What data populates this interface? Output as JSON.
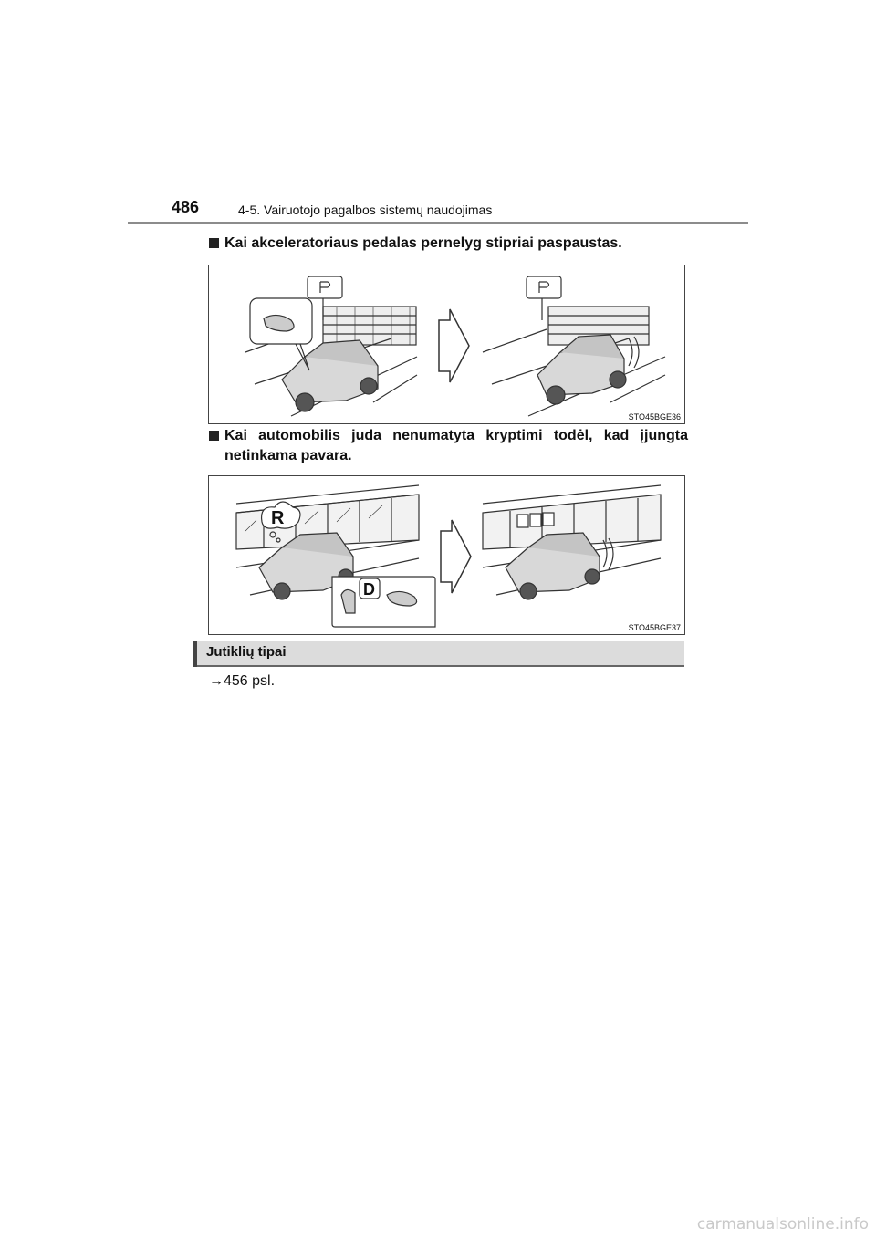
{
  "header": {
    "page_number": "486",
    "chapter": "4-5. Vairuotojo pagalbos sistemų naudojimas"
  },
  "sections": [
    {
      "heading": "Kai akceleratoriaus pedalas pernelyg stipriai paspaustas.",
      "figure_code": "STO45BGE36",
      "gear_label": ""
    },
    {
      "heading": "Kai automobilis juda nenumatyta kryptimi todėl, kad įjungta netinkama pavara.",
      "figure_code": "STO45BGE37",
      "bubble_label": "R",
      "gear_label": "D"
    }
  ],
  "section_title": "Jutiklių tipai",
  "reference": "→456 psl.",
  "watermark": "carmanualsonline.info"
}
